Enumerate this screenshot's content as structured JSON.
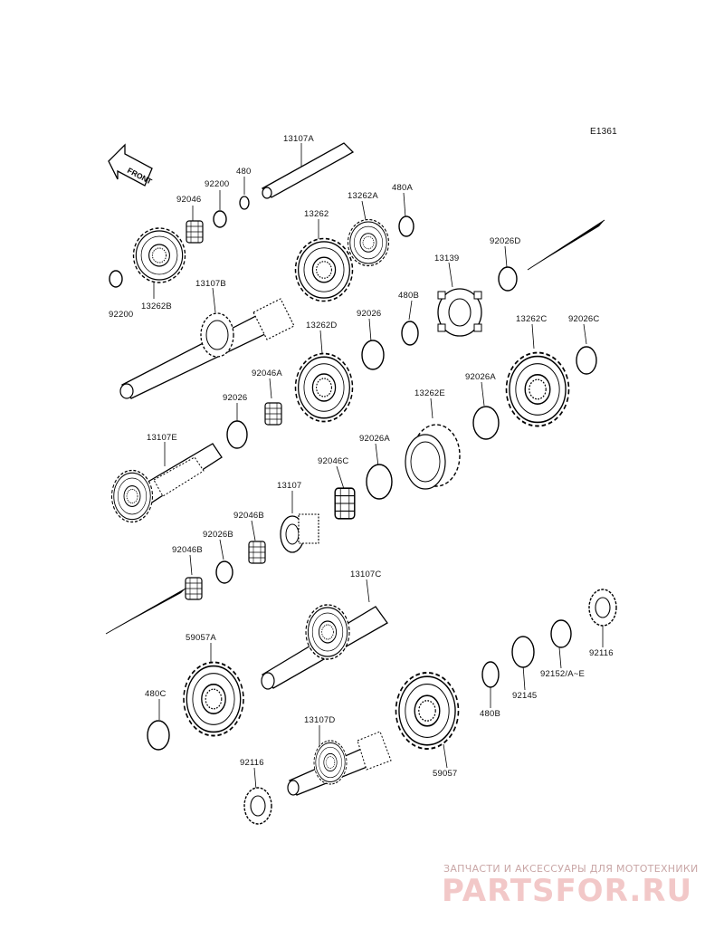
{
  "diagram": {
    "code": "E1361",
    "front_label": "FRONT"
  },
  "labels": {
    "p13107A": "13107A",
    "p480": "480",
    "p92200a": "92200",
    "p92046": "92046",
    "p13262": "13262",
    "p13262A": "13262A",
    "p480A": "480A",
    "p92026D": "92026D",
    "p92200b": "92200",
    "p13262B": "13262B",
    "p13107B": "13107B",
    "p13139": "13139",
    "p480B": "480B",
    "p92026a": "92026",
    "p13262D": "13262D",
    "p13262C": "13262C",
    "p92026C": "92026C",
    "p92046A": "92046A",
    "p92026b": "92026",
    "p92026A_a": "92026A",
    "p13262E": "13262E",
    "p13107E": "13107E",
    "p92026A_b": "92026A",
    "p92046C": "92046C",
    "p13107": "13107",
    "p92046B_a": "92046B",
    "p92026B": "92026B",
    "p92046B_b": "92046B",
    "p13107C": "13107C",
    "p59057A": "59057A",
    "p92116a": "92116",
    "p92152": "92152/A~E",
    "p92145": "92145",
    "p480B_b": "480B",
    "p480C": "480C",
    "p13107D": "13107D",
    "p59057": "59057",
    "p92116b": "92116"
  },
  "watermark": {
    "subtitle": "ЗАПЧАСТИ И АКСЕССУАРЫ ДЛЯ МОТОТЕХНИКИ",
    "brand": "PARTSFOR.RU"
  }
}
